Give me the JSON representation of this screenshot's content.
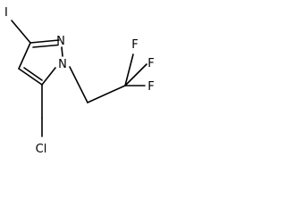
{
  "molecule": {
    "atoms": {
      "iodine": "I",
      "nitrogen_2": "N",
      "nitrogen_1": "N",
      "fluorine_top": "F",
      "fluorine_right": "F",
      "fluorine_bottom": "F",
      "chlorine": "Cl"
    }
  },
  "colors": {
    "bond": "#000000",
    "label": "#000000",
    "background": "#ffffff"
  }
}
